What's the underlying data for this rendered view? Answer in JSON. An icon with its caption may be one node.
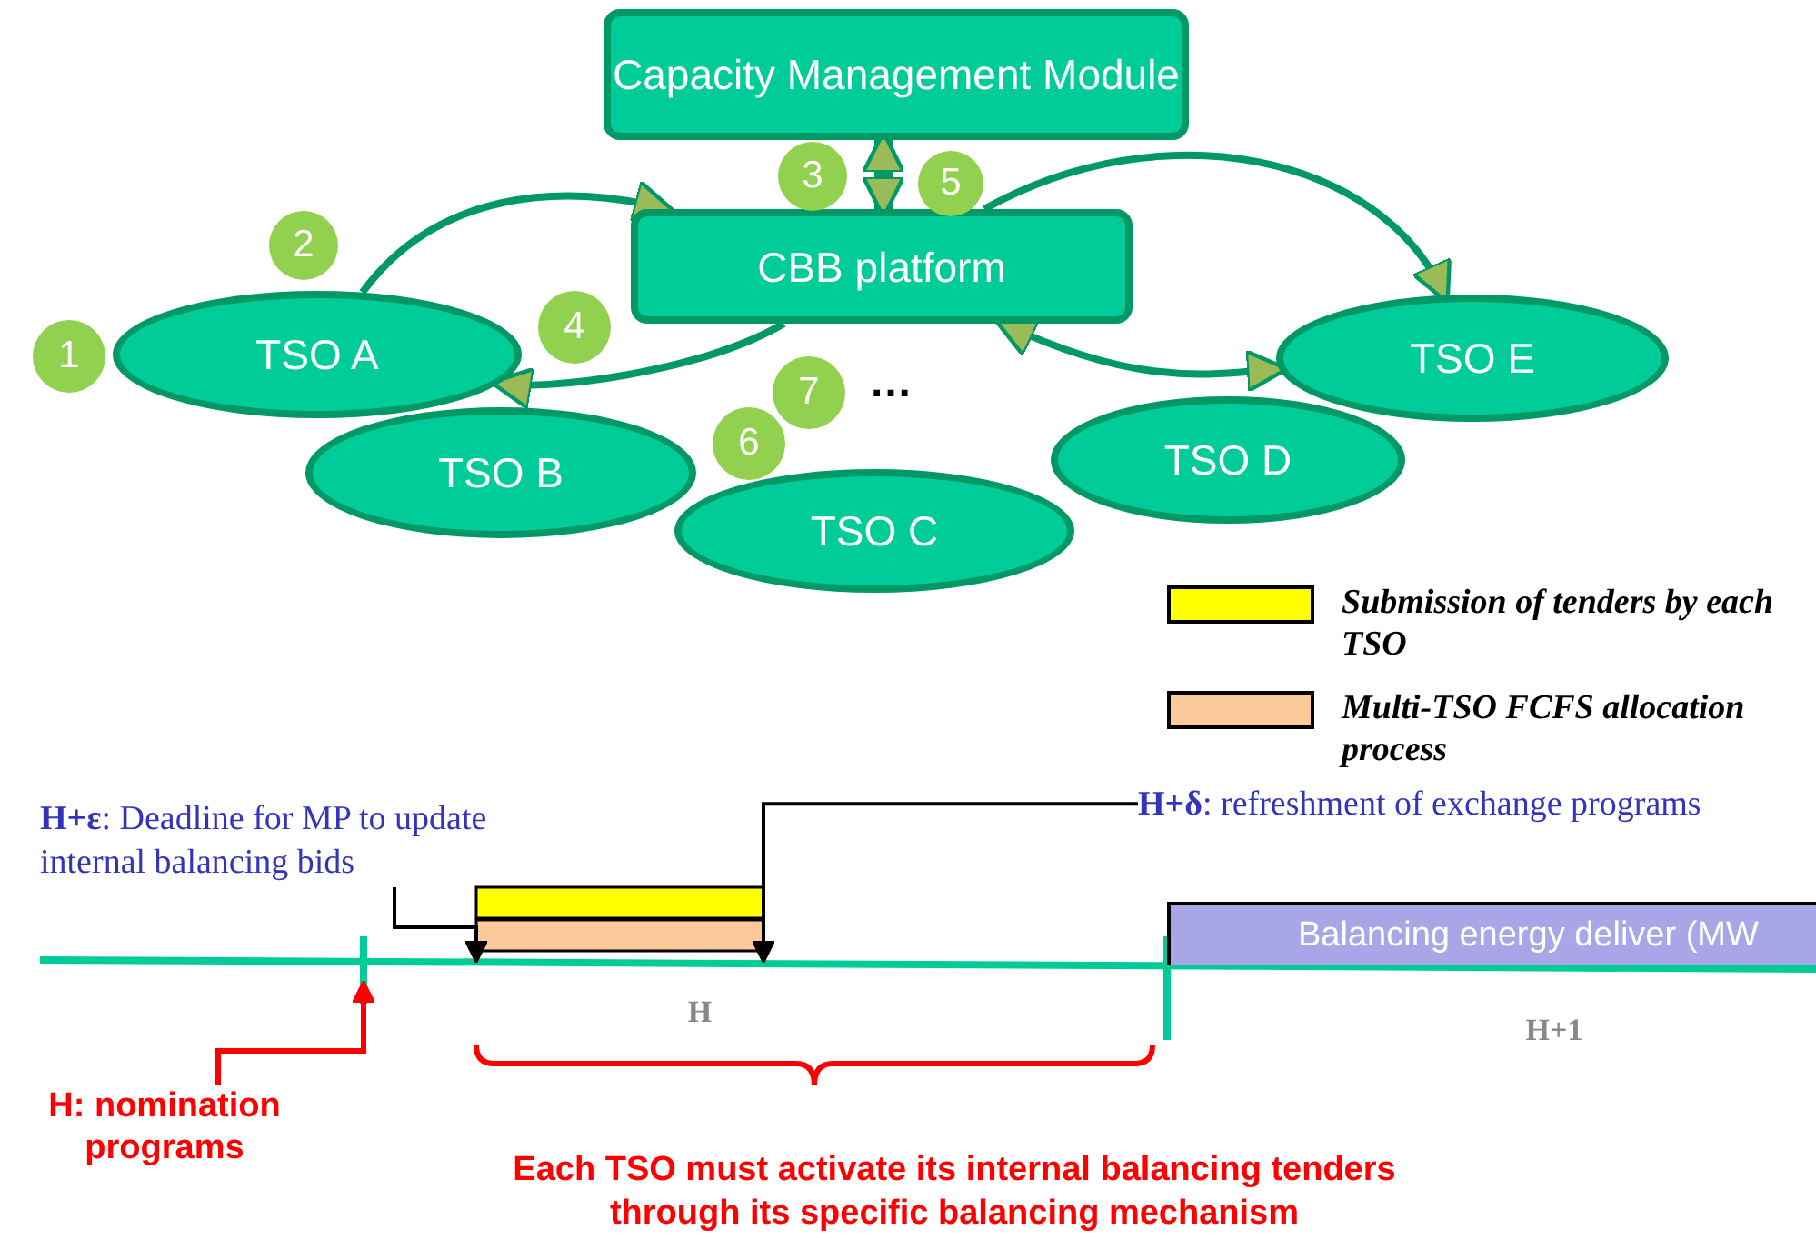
{
  "diagram": {
    "nodes": [
      {
        "text": [
          "Capacity Management Module"
        ]
      },
      {
        "text": [
          "CBB platform"
        ]
      },
      {
        "text": [
          "TSO A"
        ]
      },
      {
        "text": [
          "TSO B"
        ]
      },
      {
        "text": [
          "TSO C"
        ]
      },
      {
        "text": [
          "TSO D"
        ]
      },
      {
        "text": [
          "TSO E"
        ]
      },
      {
        "text": [
          "3"
        ]
      },
      {
        "text": [
          "5"
        ]
      },
      {
        "text": [
          "2"
        ]
      },
      {
        "text": [
          "1"
        ]
      },
      {
        "text": [
          "4"
        ]
      },
      {
        "text": [
          "7"
        ]
      },
      {
        "text": [
          "6"
        ]
      },
      {
        "text": [
          "Balancing energy deliver (MW"
        ]
      },
      {
        "text": [
          "**H+ε**: Deadline for MP to update internal balancing bids"
        ]
      },
      {
        "text": [
          "**H+δ**: refreshment of exchange programs"
        ]
      },
      {
        "text": [
          "H: nomination programs"
        ]
      }
    ],
    "edges": [
      {
        "from": 2,
        "to": 1,
        "arrow": "to"
      },
      {
        "from": 1,
        "to": 2,
        "arrow": "to"
      },
      {
        "from": 0,
        "to": 1,
        "arrow": "both",
        "style": "thick"
      },
      {
        "from": 1,
        "to": 6,
        "arrow": "to"
      },
      {
        "from": 1,
        "to": 6,
        "arrow": "both"
      },
      {
        "from": 15,
        "to": null,
        "arrow": "to",
        "color": "#000000"
      },
      {
        "from": 16,
        "to": null,
        "arrow": "to",
        "color": "#000000"
      },
      {
        "from": 17,
        "to": null,
        "arrow": "to",
        "color": "#ff0000"
      }
    ],
    "labels": [
      "…",
      "H",
      "H+1",
      "Each TSO must activate its internal balancing tenders through its specific balancing mechanism"
    ],
    "legend": [
      {
        "text": "Submission of tenders by each TSO",
        "color": "#ffff00"
      },
      {
        "text": "Multi-TSO  FCFS allocation process",
        "color": "#fbc99a"
      }
    ]
  }
}
